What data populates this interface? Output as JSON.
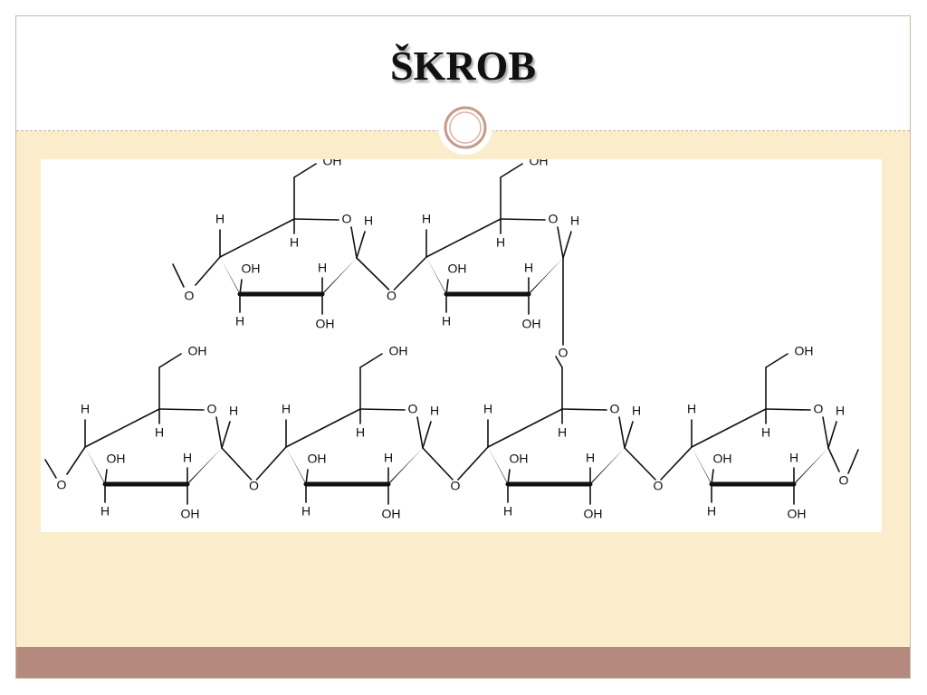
{
  "slide": {
    "title": "ŠKROB"
  },
  "structure": {
    "atoms": {
      "hydrogen": "H",
      "hydroxyl": "OH",
      "oxygen": "O"
    }
  },
  "colors": {
    "background": "#fbeccb",
    "header": "#ffffff",
    "footer_band": "#b4897e",
    "ornament_ring": "#c69a88",
    "bonds": "#111111"
  }
}
